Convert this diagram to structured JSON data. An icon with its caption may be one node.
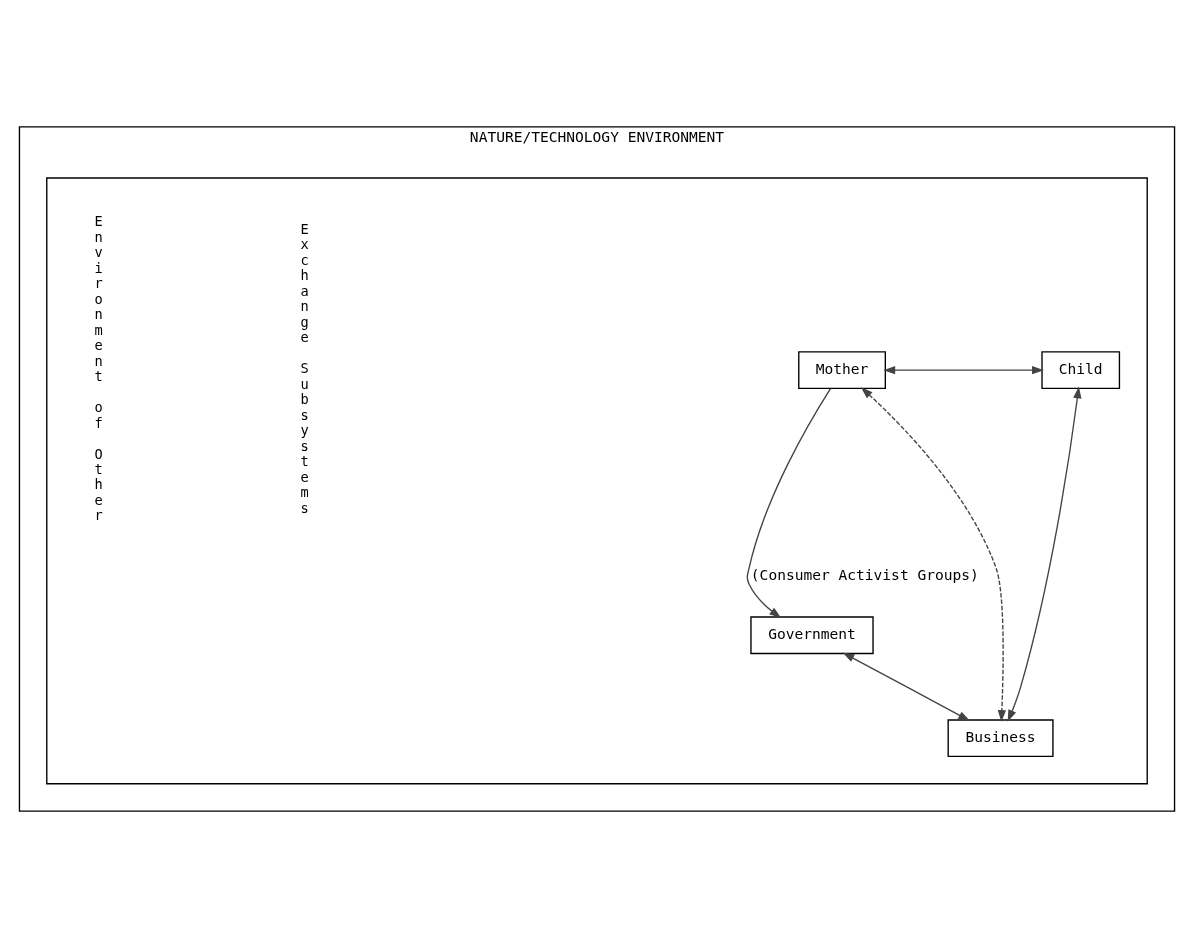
{
  "diagram": {
    "nodes": [
      {
        "text": [
          "NATURE/TECHNOLOGY ENVIRONMENT"
        ]
      },
      {
        "text": [],
        "shape": "box",
        "in": 0
      },
      {
        "text": [
          "Mother"
        ],
        "in": 1
      },
      {
        "text": [
          "Child"
        ],
        "in": 1
      },
      {
        "text": [
          "Government"
        ],
        "in": 1
      },
      {
        "text": [
          "Business"
        ],
        "in": 1
      }
    ],
    "edges": [
      {
        "from": 2,
        "to": 3,
        "arrow": "both"
      },
      {
        "from": 2,
        "to": 4,
        "arrow": "to",
        "label": "(Consumer Activist Groups)"
      },
      {
        "from": 2,
        "to": 5,
        "arrow": "both",
        "style": "dashed"
      },
      {
        "from": 3,
        "to": 5,
        "arrow": "both"
      },
      {
        "from": 4,
        "to": 5,
        "arrow": "both"
      }
    ],
    "labels": [
      "Environment of Other",
      "Exchange Subsystems"
    ]
  }
}
